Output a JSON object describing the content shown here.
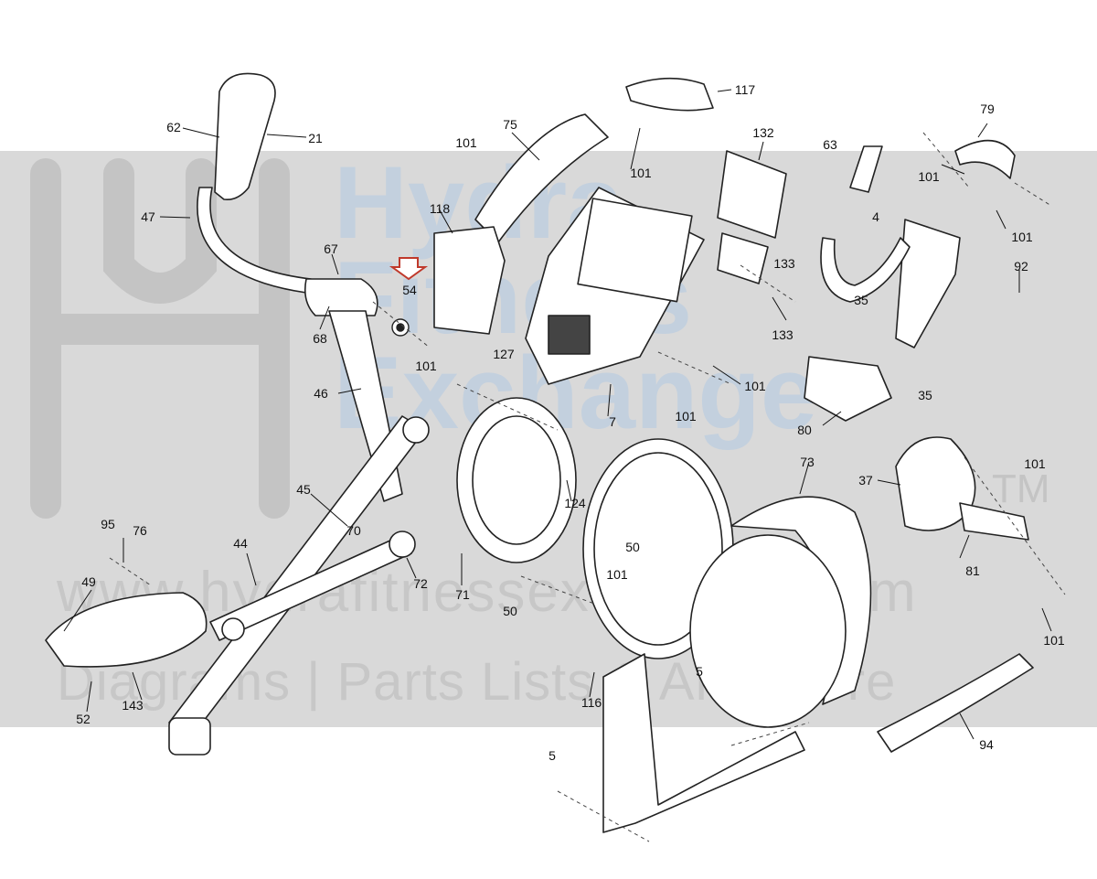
{
  "watermark": {
    "brand_lines": [
      "Hydra",
      "Fitness",
      "Exchange"
    ],
    "trademark": "TM",
    "url": "www.hydrafitnessexchange.com",
    "tagline": "Diagrams | Parts Lists & And More"
  },
  "highlight": {
    "part": "54",
    "arrow_color": "#c0392b"
  },
  "labels": {
    "p62": "62",
    "p21": "21",
    "p47": "47",
    "p67": "67",
    "p68": "68",
    "p46": "46",
    "p54": "54",
    "p101a": "101",
    "p75": "75",
    "p118": "118",
    "p117": "117",
    "p101b": "101",
    "p132": "132",
    "p63": "63",
    "p101c": "101",
    "p79": "79",
    "p4": "4",
    "p101d": "101",
    "p92": "92",
    "p133a": "133",
    "p133b": "133",
    "p35a": "35",
    "p35b": "35",
    "p101e": "101",
    "p127": "127",
    "p101f": "101",
    "p7": "7",
    "p80": "80",
    "p101g": "101",
    "p101h": "101",
    "p45": "45",
    "p73": "73",
    "p37": "37",
    "p124": "124",
    "p95": "95",
    "p76": "76",
    "p70": "70",
    "p44": "44",
    "p72": "72",
    "p50a": "50",
    "p71": "71",
    "p101i": "101",
    "p49": "49",
    "p50b": "50",
    "p81": "81",
    "p101j": "101",
    "p52": "52",
    "p143": "143",
    "p116": "116",
    "p5a": "5",
    "p94": "94",
    "p5b": "5"
  }
}
